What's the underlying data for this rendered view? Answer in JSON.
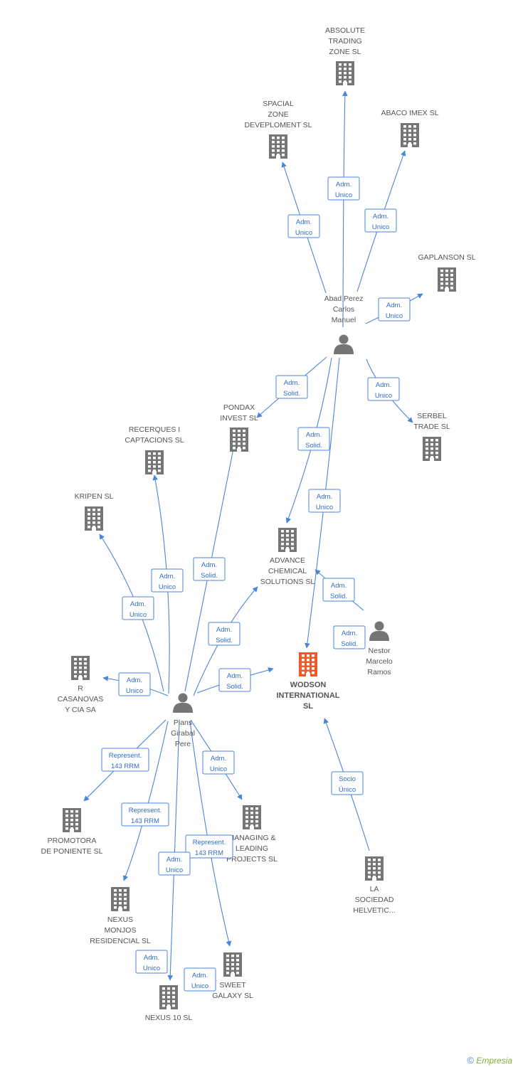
{
  "diagram": {
    "nodes": [
      {
        "id": "absolute",
        "type": "company",
        "label": [
          "ABSOLUTE",
          "TRADING",
          "ZONE SL"
        ]
      },
      {
        "id": "spacial",
        "type": "company",
        "label": [
          "SPACIAL",
          "ZONE",
          "DEVEPLOMENT SL"
        ]
      },
      {
        "id": "abaco",
        "type": "company",
        "label": [
          "ABACO IMEX SL"
        ]
      },
      {
        "id": "gaplanson",
        "type": "company",
        "label": [
          "GAPLANSON SL"
        ]
      },
      {
        "id": "abad",
        "type": "person",
        "label": [
          "Abad Perez",
          "Carlos",
          "Manuel"
        ]
      },
      {
        "id": "pondax",
        "type": "company",
        "label": [
          "PONDAX",
          "INVEST SL"
        ]
      },
      {
        "id": "serbel",
        "type": "company",
        "label": [
          "SERBEL",
          "TRADE SL"
        ]
      },
      {
        "id": "recerques",
        "type": "company",
        "label": [
          "RECERQUES I",
          "CAPTACIONS SL"
        ]
      },
      {
        "id": "kripen",
        "type": "company",
        "label": [
          "KRIPEN SL"
        ]
      },
      {
        "id": "advance",
        "type": "company",
        "label": [
          "ADVANCE",
          "CHEMICAL",
          "SOLUTIONS  SL"
        ]
      },
      {
        "id": "nestor",
        "type": "person",
        "label": [
          "Nestor",
          "Marcelo",
          "Ramos"
        ]
      },
      {
        "id": "wodson",
        "type": "focus",
        "label": [
          "WODSON",
          "INTERNATIONAL",
          "SL"
        ]
      },
      {
        "id": "rcasanovas",
        "type": "company",
        "label": [
          "R",
          "CASANOVAS",
          "Y CIA SA"
        ]
      },
      {
        "id": "plans",
        "type": "person",
        "label": [
          "Plans",
          "Girabal",
          "Pere"
        ]
      },
      {
        "id": "promotora",
        "type": "company",
        "label": [
          "PROMOTORA",
          "DE PONIENTE SL"
        ]
      },
      {
        "id": "managing",
        "type": "company",
        "label": [
          "MANAGING &",
          "LEADING",
          "PROJECTS SL"
        ]
      },
      {
        "id": "lasociedad",
        "type": "company",
        "label": [
          "LA",
          "SOCIEDAD",
          "HELVETIC..."
        ]
      },
      {
        "id": "nexusmonjos",
        "type": "company",
        "label": [
          "NEXUS",
          "MONJOS",
          "RESIDENCIAL SL"
        ]
      },
      {
        "id": "sweet",
        "type": "company",
        "label": [
          "SWEET",
          "GALAXY SL"
        ]
      },
      {
        "id": "nexus10",
        "type": "company",
        "label": [
          "NEXUS 10 SL"
        ]
      }
    ],
    "edges": [
      {
        "from": "abad",
        "to": "absolute",
        "label": [
          "Adm.",
          "Unico"
        ]
      },
      {
        "from": "abad",
        "to": "spacial",
        "label": [
          "Adm.",
          "Unico"
        ]
      },
      {
        "from": "abad",
        "to": "abaco",
        "label": [
          "Adm.",
          "Unico"
        ]
      },
      {
        "from": "abad",
        "to": "gaplanson",
        "label": [
          "Adm.",
          "Unico"
        ]
      },
      {
        "from": "abad",
        "to": "pondax",
        "label": [
          "Adm.",
          "Solid."
        ]
      },
      {
        "from": "abad",
        "to": "serbel",
        "label": [
          "Adm.",
          "Unico"
        ]
      },
      {
        "from": "abad",
        "to": "advance",
        "label": [
          "Adm.",
          "Solid."
        ]
      },
      {
        "from": "abad",
        "to": "wodson",
        "label": [
          "Adm.",
          "Unico"
        ]
      },
      {
        "from": "plans",
        "to": "recerques",
        "label": [
          "Adm.",
          "Unico"
        ]
      },
      {
        "from": "plans",
        "to": "pondax",
        "label": [
          "Adm.",
          "Solid."
        ]
      },
      {
        "from": "plans",
        "to": "kripen",
        "label": [
          "Adm.",
          "Unico"
        ]
      },
      {
        "from": "plans",
        "to": "advance",
        "label": [
          "Adm.",
          "Solid."
        ]
      },
      {
        "from": "plans",
        "to": "rcasanovas",
        "label": [
          "Adm.",
          "Unico"
        ]
      },
      {
        "from": "plans",
        "to": "wodson",
        "label": [
          "Adm.",
          "Solid."
        ]
      },
      {
        "from": "plans",
        "to": "promotora",
        "label": [
          "Represent.",
          "143 RRM"
        ]
      },
      {
        "from": "plans",
        "to": "managing",
        "label": [
          "Adm.",
          "Unico"
        ]
      },
      {
        "from": "plans",
        "to": "nexusmonjos",
        "label": [
          "Represent.",
          "143 RRM"
        ]
      },
      {
        "from": "plans",
        "to": "sweet",
        "label": [
          "Represent.",
          "143 RRM"
        ]
      },
      {
        "from": "plans",
        "to": "nexus10",
        "label": [
          "Adm.",
          "Unico"
        ]
      },
      {
        "from": "nestor",
        "to": "advance",
        "label": [
          "Adm.",
          "Solid."
        ]
      },
      {
        "from": "lasociedad",
        "to": "wodson",
        "label": [
          "Socio",
          "Único"
        ]
      }
    ],
    "extra_labels": [
      {
        "label": [
          "Adm.",
          "Solid."
        ]
      },
      {
        "label": [
          "Adm.",
          "Unico"
        ]
      },
      {
        "label": [
          "Adm.",
          "Unico"
        ]
      }
    ]
  },
  "footer": {
    "copyright_symbol": "©",
    "brand": "Empresia"
  },
  "colors": {
    "edge": "#4a86d8",
    "company": "#757575",
    "focus": "#f05a28",
    "person": "#757575"
  }
}
